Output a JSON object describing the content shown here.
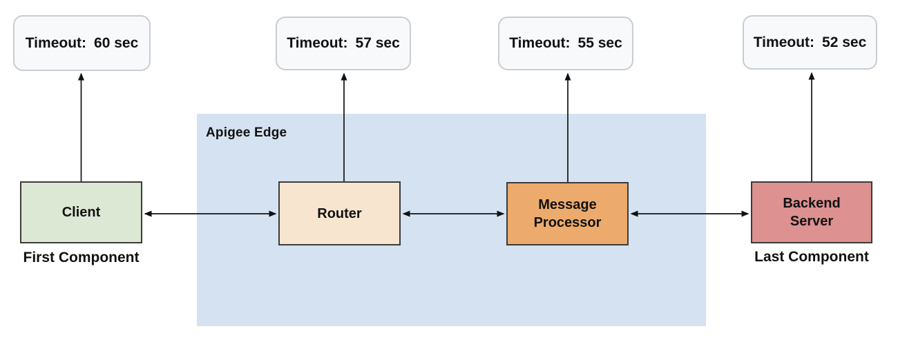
{
  "diagram": {
    "region": {
      "label": "Apigee Edge"
    },
    "timeouts": [
      {
        "label": "Timeout:",
        "value": "60 sec"
      },
      {
        "label": "Timeout:",
        "value": "57 sec"
      },
      {
        "label": "Timeout:",
        "value": "55 sec"
      },
      {
        "label": "Timeout:",
        "value": "52 sec"
      }
    ],
    "components": [
      {
        "name": "Client",
        "caption": "First Component"
      },
      {
        "name": "Router",
        "caption": ""
      },
      {
        "name": "Message Processor",
        "caption": ""
      },
      {
        "name": "Backend Server",
        "caption": "Last Component"
      }
    ],
    "colors": {
      "region_bg": "#d5e2f1",
      "client_bg": "#dce8d3",
      "router_bg": "#f8e5cf",
      "message_processor_bg": "#ecab6d",
      "backend_server_bg": "#dd9191",
      "timeout_bg": "#f7f9fb",
      "arrow": "#111111"
    }
  }
}
